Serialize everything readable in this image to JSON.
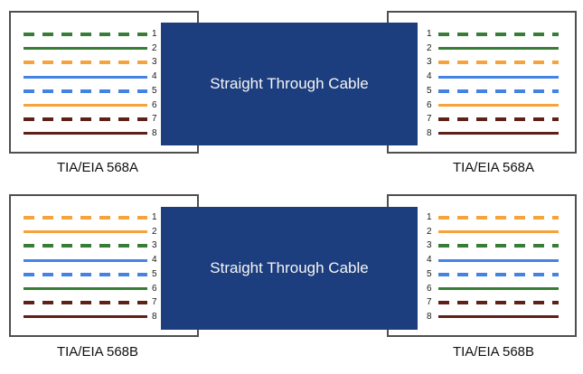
{
  "palette": {
    "green": "#377d37",
    "orange": "#f6a33c",
    "blue": "#4583e3",
    "brown": "#5e2017",
    "cable_box_fill": "#1c3e7e",
    "cable_text": "#f5f5f5",
    "connector_border": "#4f4f4f"
  },
  "rows": [
    {
      "cable_label": "Straight Through Cable",
      "left": {
        "label": "TIA/EIA 568A",
        "wires": [
          {
            "pin": "1",
            "color": "green",
            "style": "dashed"
          },
          {
            "pin": "2",
            "color": "green",
            "style": "solid"
          },
          {
            "pin": "3",
            "color": "orange",
            "style": "dashed"
          },
          {
            "pin": "4",
            "color": "blue",
            "style": "solid"
          },
          {
            "pin": "5",
            "color": "blue",
            "style": "dashed"
          },
          {
            "pin": "6",
            "color": "orange",
            "style": "solid"
          },
          {
            "pin": "7",
            "color": "brown",
            "style": "dashed"
          },
          {
            "pin": "8",
            "color": "brown",
            "style": "solid"
          }
        ]
      },
      "right": {
        "label": "TIA/EIA 568A",
        "wires": [
          {
            "pin": "1",
            "color": "green",
            "style": "dashed"
          },
          {
            "pin": "2",
            "color": "green",
            "style": "solid"
          },
          {
            "pin": "3",
            "color": "orange",
            "style": "dashed"
          },
          {
            "pin": "4",
            "color": "blue",
            "style": "solid"
          },
          {
            "pin": "5",
            "color": "blue",
            "style": "dashed"
          },
          {
            "pin": "6",
            "color": "orange",
            "style": "solid"
          },
          {
            "pin": "7",
            "color": "brown",
            "style": "dashed"
          },
          {
            "pin": "8",
            "color": "brown",
            "style": "solid"
          }
        ]
      }
    },
    {
      "cable_label": "Straight Through Cable",
      "left": {
        "label": "TIA/EIA 568B",
        "wires": [
          {
            "pin": "1",
            "color": "orange",
            "style": "dashed"
          },
          {
            "pin": "2",
            "color": "orange",
            "style": "solid"
          },
          {
            "pin": "3",
            "color": "green",
            "style": "dashed"
          },
          {
            "pin": "4",
            "color": "blue",
            "style": "solid"
          },
          {
            "pin": "5",
            "color": "blue",
            "style": "dashed"
          },
          {
            "pin": "6",
            "color": "green",
            "style": "solid"
          },
          {
            "pin": "7",
            "color": "brown",
            "style": "dashed"
          },
          {
            "pin": "8",
            "color": "brown",
            "style": "solid"
          }
        ]
      },
      "right": {
        "label": "TIA/EIA 568B",
        "wires": [
          {
            "pin": "1",
            "color": "orange",
            "style": "dashed"
          },
          {
            "pin": "2",
            "color": "orange",
            "style": "solid"
          },
          {
            "pin": "3",
            "color": "green",
            "style": "dashed"
          },
          {
            "pin": "4",
            "color": "blue",
            "style": "solid"
          },
          {
            "pin": "5",
            "color": "blue",
            "style": "dashed"
          },
          {
            "pin": "6",
            "color": "green",
            "style": "solid"
          },
          {
            "pin": "7",
            "color": "brown",
            "style": "dashed"
          },
          {
            "pin": "8",
            "color": "brown",
            "style": "solid"
          }
        ]
      }
    }
  ]
}
